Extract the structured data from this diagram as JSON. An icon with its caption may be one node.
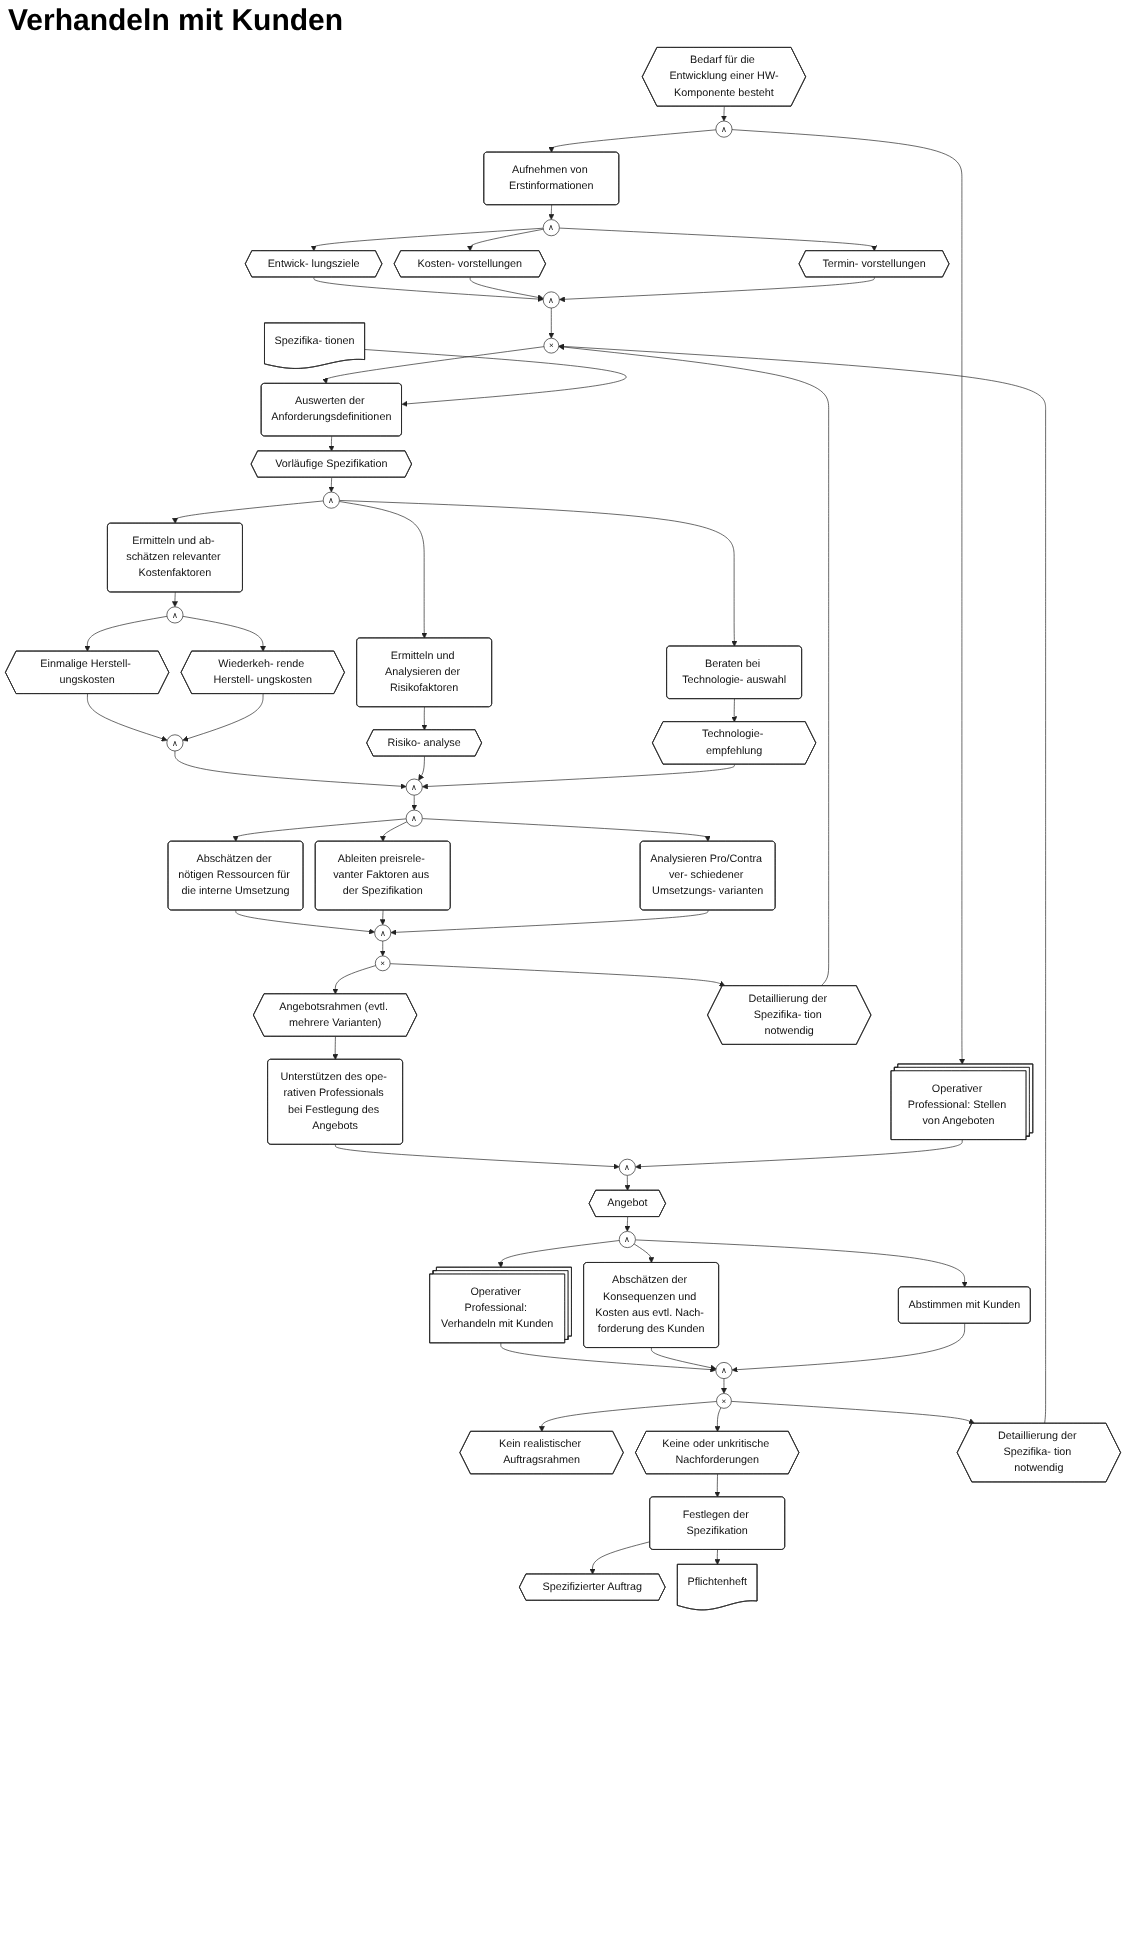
{
  "diagram": {
    "title": "Verhandeln mit Kunden",
    "nodes": [
      {
        "text": [
          "Bedarf für die Entwicklung einer HW-Komponente besteht"
        ]
      },
      {
        "text": [
          "∧"
        ]
      },
      {
        "text": [
          "Aufnehmen von Erstinformationen"
        ]
      },
      {
        "text": [
          "∧"
        ]
      },
      {
        "text": [
          "Entwick- lungsziele"
        ]
      },
      {
        "text": [
          "Kosten- vorstellungen"
        ]
      },
      {
        "text": [
          "Termin- vorstellungen"
        ]
      },
      {
        "text": [
          "∧"
        ]
      },
      {
        "text": [
          "×"
        ]
      },
      {
        "text": [
          "Operativer Professional: Stellen von Angeboten"
        ]
      },
      {
        "text": [
          "Spezifika- tionen"
        ]
      },
      {
        "text": [
          "Auswerten der Anforderungsdefinitionen"
        ]
      },
      {
        "text": [
          "Vorläufige Spezifikation"
        ]
      },
      {
        "text": [
          "∧"
        ]
      },
      {
        "text": [
          "Ermitteln und ab- schätzen relevanter Kostenfaktoren"
        ]
      },
      {
        "text": [
          "Ermitteln und Analysieren der Risikofaktoren"
        ]
      },
      {
        "text": [
          "Beraten bei Technologie- auswahl"
        ]
      },
      {
        "text": [
          "∧"
        ]
      },
      {
        "text": [
          "Einmalige Herstell- ungskosten"
        ]
      },
      {
        "text": [
          "Wiederkeh- rende Herstell- ungskosten"
        ]
      },
      {
        "text": [
          "Risiko- analyse"
        ]
      },
      {
        "text": [
          "Technologie- empfehlung"
        ]
      },
      {
        "text": [
          "∧"
        ]
      },
      {
        "text": [
          "∧"
        ]
      },
      {
        "text": [
          "∧"
        ]
      },
      {
        "text": [
          "Abschätzen der nötigen Ressourcen für die interne Umsetzung"
        ]
      },
      {
        "text": [
          "Ableiten preisrele- vanter Faktoren aus der Spezifikation"
        ]
      },
      {
        "text": [
          "Analysieren Pro/Contra ver- schiedener Umsetzungs- varianten"
        ]
      },
      {
        "text": [
          "∧"
        ]
      },
      {
        "text": [
          "×"
        ]
      },
      {
        "text": [
          "Angebotsrahmen (evtl. mehrere Varianten)"
        ]
      },
      {
        "text": [
          "Detaillierung der Spezifika- tion notwendig"
        ]
      },
      {
        "text": [
          "Unterstützen des ope- rativen Professionals bei Festlegung des Angebots"
        ]
      },
      {
        "text": [
          "∧"
        ]
      },
      {
        "text": [
          "Angebot"
        ]
      },
      {
        "text": [
          "∧"
        ]
      },
      {
        "text": [
          "Operativer Professional: Verhandeln mit Kunden"
        ]
      },
      {
        "text": [
          "Abschätzen der Konsequenzen und Kosten aus evtl. Nach- forderung des Kunden"
        ]
      },
      {
        "text": [
          "Abstimmen mit Kunden"
        ]
      },
      {
        "text": [
          "∧"
        ]
      },
      {
        "text": [
          "×"
        ]
      },
      {
        "text": [
          "Kein realistischer Auftragsrahmen"
        ]
      },
      {
        "text": [
          "Keine oder unkritische Nachforderungen"
        ]
      },
      {
        "text": [
          "Detaillierung der Spezifika- tion notwendig"
        ]
      },
      {
        "text": [
          "Festlegen der Spezifikation"
        ]
      },
      {
        "text": [
          "Pflichtenheft"
        ]
      },
      {
        "text": [
          "Spezifizierter Auftrag"
        ]
      }
    ],
    "edges": [
      {
        "from": 0,
        "to": 1,
        "arrow": "to"
      },
      {
        "from": 1,
        "to": 2,
        "arrow": "to"
      },
      {
        "from": 1,
        "to": 9,
        "arrow": "to"
      },
      {
        "from": 2,
        "to": 3,
        "arrow": "to"
      },
      {
        "from": 3,
        "to": 4,
        "arrow": "to"
      },
      {
        "from": 3,
        "to": 5,
        "arrow": "to"
      },
      {
        "from": 3,
        "to": 6,
        "arrow": "to"
      },
      {
        "from": 4,
        "to": 7,
        "arrow": "to"
      },
      {
        "from": 5,
        "to": 7,
        "arrow": "to"
      },
      {
        "from": 6,
        "to": 7,
        "arrow": "to"
      },
      {
        "from": 7,
        "to": 8,
        "arrow": "to"
      },
      {
        "from": 31,
        "to": 8,
        "arrow": "to"
      },
      {
        "from": 43,
        "to": 8,
        "arrow": "to"
      },
      {
        "from": 8,
        "to": 11,
        "arrow": "to"
      },
      {
        "from": 10,
        "to": 11,
        "arrow": "to"
      },
      {
        "from": 11,
        "to": 12,
        "arrow": "to"
      },
      {
        "from": 12,
        "to": 13,
        "arrow": "to"
      },
      {
        "from": 13,
        "to": 14,
        "arrow": "to"
      },
      {
        "from": 13,
        "to": 15,
        "arrow": "to"
      },
      {
        "from": 13,
        "to": 16,
        "arrow": "to"
      },
      {
        "from": 14,
        "to": 17,
        "arrow": "to"
      },
      {
        "from": 17,
        "to": 18,
        "arrow": "to"
      },
      {
        "from": 17,
        "to": 19,
        "arrow": "to"
      },
      {
        "from": 18,
        "to": 22,
        "arrow": "to"
      },
      {
        "from": 19,
        "to": 22,
        "arrow": "to"
      },
      {
        "from": 15,
        "to": 20,
        "arrow": "to"
      },
      {
        "from": 16,
        "to": 21,
        "arrow": "to"
      },
      {
        "from": 22,
        "to": 23,
        "arrow": "to"
      },
      {
        "from": 20,
        "to": 23,
        "arrow": "to"
      },
      {
        "from": 21,
        "to": 23,
        "arrow": "to"
      },
      {
        "from": 23,
        "to": 24,
        "arrow": "to"
      },
      {
        "from": 24,
        "to": 25,
        "arrow": "to"
      },
      {
        "from": 24,
        "to": 26,
        "arrow": "to"
      },
      {
        "from": 24,
        "to": 27,
        "arrow": "to"
      },
      {
        "from": 25,
        "to": 28,
        "arrow": "to"
      },
      {
        "from": 26,
        "to": 28,
        "arrow": "to"
      },
      {
        "from": 27,
        "to": 28,
        "arrow": "to"
      },
      {
        "from": 28,
        "to": 29,
        "arrow": "to"
      },
      {
        "from": 29,
        "to": 30,
        "arrow": "to"
      },
      {
        "from": 29,
        "to": 31,
        "arrow": "to"
      },
      {
        "from": 30,
        "to": 32,
        "arrow": "to"
      },
      {
        "from": 32,
        "to": 33,
        "arrow": "to"
      },
      {
        "from": 9,
        "to": 33,
        "arrow": "to"
      },
      {
        "from": 33,
        "to": 34,
        "arrow": "to"
      },
      {
        "from": 34,
        "to": 35,
        "arrow": "to"
      },
      {
        "from": 35,
        "to": 36,
        "arrow": "to"
      },
      {
        "from": 35,
        "to": 37,
        "arrow": "to"
      },
      {
        "from": 35,
        "to": 38,
        "arrow": "to"
      },
      {
        "from": 36,
        "to": 39,
        "arrow": "to"
      },
      {
        "from": 37,
        "to": 39,
        "arrow": "to"
      },
      {
        "from": 38,
        "to": 39,
        "arrow": "to"
      },
      {
        "from": 39,
        "to": 40,
        "arrow": "to"
      },
      {
        "from": 40,
        "to": 41,
        "arrow": "to"
      },
      {
        "from": 40,
        "to": 42,
        "arrow": "to"
      },
      {
        "from": 40,
        "to": 43,
        "arrow": "to"
      },
      {
        "from": 42,
        "to": 44,
        "arrow": "to"
      },
      {
        "from": 44,
        "to": 46,
        "arrow": "to"
      },
      {
        "from": 44,
        "to": 45,
        "arrow": "to"
      }
    ]
  }
}
